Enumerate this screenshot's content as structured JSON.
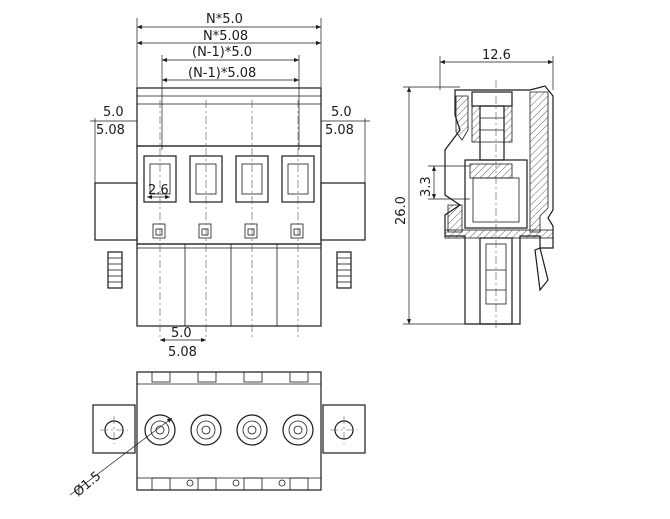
{
  "front_view": {
    "dim_n_5_0": "N*5.0",
    "dim_n_5_08": "N*5.08",
    "dim_n1_5_0": "(N-1)*5.0",
    "dim_n1_5_08": "(N-1)*5.08",
    "left_flange_a": "5.0",
    "left_flange_b": "5.08",
    "right_flange_a": "5.0",
    "right_flange_b": "5.08",
    "opening": "2.6",
    "pitch_a": "5.0",
    "pitch_b": "5.08"
  },
  "side_view": {
    "depth": "12.6",
    "height": "26.0",
    "gap": "3.3"
  },
  "bottom_view": {
    "hole_diameter": "Ø1.5"
  }
}
